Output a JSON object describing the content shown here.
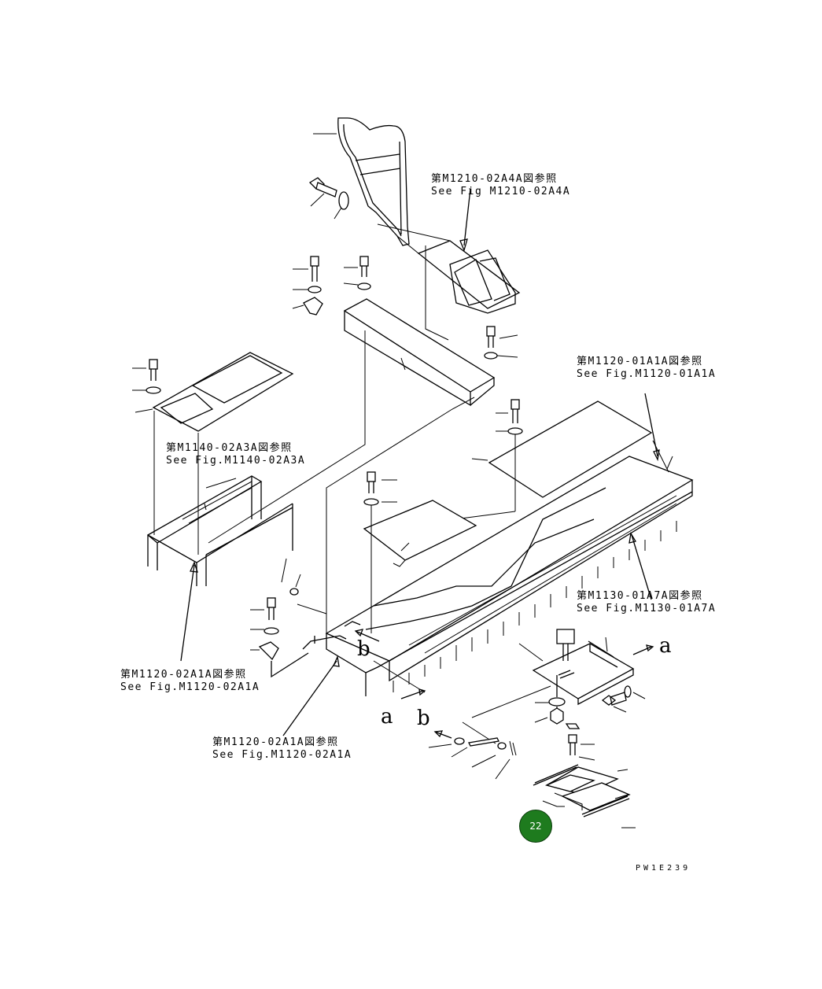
{
  "refs": {
    "r1": {
      "jp": "第M1210-02A4A図参照",
      "en": "See Fig M1210-02A4A"
    },
    "r2": {
      "jp": "第M1120-01A1A図参照",
      "en": "See Fig.M1120-01A1A"
    },
    "r3": {
      "jp": "第M1140-02A3A図参照",
      "en": "See Fig.M1140-02A3A"
    },
    "r4": {
      "jp": "第M1130-01A7A図参照",
      "en": "See Fig.M1130-01A7A"
    },
    "r5": {
      "jp": "第M1120-02A1A図参照",
      "en": "See Fig.M1120-02A1A"
    },
    "r6": {
      "jp": "第M1120-02A1A図参照",
      "en": "See Fig.M1120-02A1A"
    }
  },
  "letters": {
    "a1": "a",
    "b1": "b",
    "a2": "a",
    "b2": "b"
  },
  "drawing_code": "PW1E239",
  "badge": {
    "label": "22",
    "color": "#1e7b1e"
  }
}
